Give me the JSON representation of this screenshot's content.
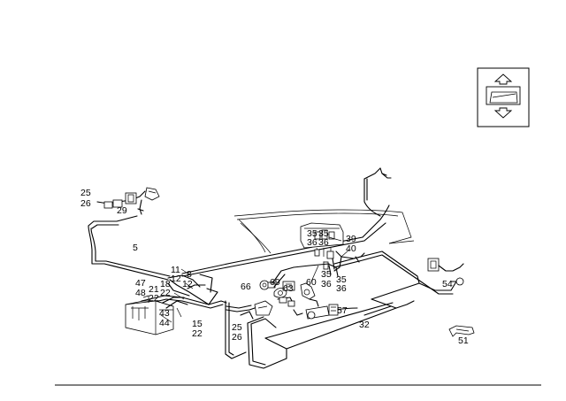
{
  "diagram": {
    "labels": {
      "l25a": "25",
      "l26a": "26",
      "l29": "29",
      "l5": "5",
      "l11": "11",
      "l12a": "12",
      "l18": "18",
      "l8": "8",
      "l12b": "12",
      "l47": "47",
      "l48": "48",
      "l21": "21",
      "l22a": "22",
      "l22b": "22",
      "l43": "43",
      "l44": "44",
      "l15": "15",
      "l22c": "22",
      "l66": "66",
      "l69": "69",
      "l63": "63",
      "l60": "60",
      "l35a": "35",
      "l36a": "36",
      "l35b": "35",
      "l36b": "36",
      "l35c": "35",
      "l36c": "36",
      "l35d": "35",
      "l36d": "36",
      "l39": "39",
      "l40": "40",
      "l25b": "25",
      "l26b": "26",
      "l57": "57",
      "l32": "32",
      "l54": "54",
      "l51": "51"
    },
    "icons": {
      "seat_adjust": "seat-adjust-up-down-icon"
    }
  }
}
